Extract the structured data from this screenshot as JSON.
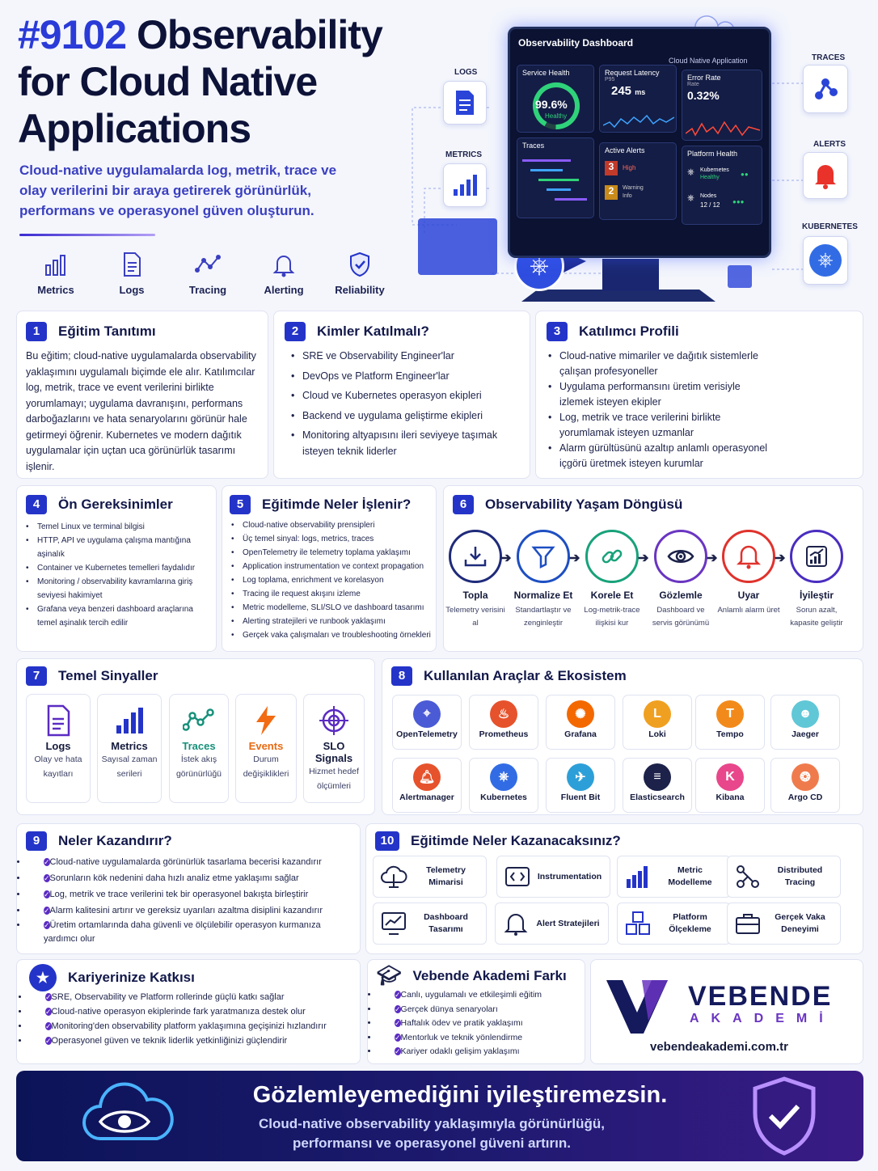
{
  "hero": {
    "number": "#9102",
    "title_rest": "Observability for Cloud Native Applications",
    "subtitle": "Cloud-native uygulamalarda log, metrik, trace ve olay verilerini bir araya getirerek görünürlük, performans ve operasyonel güven oluşturun."
  },
  "pills": [
    "Metrics",
    "Logs",
    "Tracing",
    "Alerting",
    "Reliability"
  ],
  "dashboard": {
    "title": "Observability Dashboard",
    "app": "Cloud Native Application",
    "service_health_label": "Service Health",
    "service_health_value": "99.6%",
    "service_health_status": "Healthy",
    "latency_label": "Request Latency",
    "latency_sub": "P95",
    "latency_value": "245",
    "latency_unit": "ms",
    "error_label": "Error Rate",
    "error_sub": "Rate",
    "error_value": "0.32%",
    "traces_label": "Traces",
    "alerts_label": "Active Alerts",
    "alert_high_count": "3",
    "alert_high_text": "High",
    "alert_warn_count": "2",
    "alert_warn_text": "Warning",
    "alert_info_text": "Info",
    "platform_label": "Platform Health",
    "k8s_text": "Kubernetes",
    "k8s_status": "Healthy",
    "nodes_text": "Nodes",
    "nodes_value": "12 / 12"
  },
  "side": {
    "logs": "LOGS",
    "metrics": "METRICS",
    "traces": "TRACES",
    "alerts": "ALERTS",
    "kubernetes": "KUBERNETES"
  },
  "s1": {
    "num": "1",
    "title": "Eğitim Tanıtımı",
    "body": "Bu eğitim; cloud-native uygulamalarda observability yaklaşımını uygulamalı biçimde ele alır. Katılımcılar log, metrik, trace ve event verilerini birlikte yorumlamayı; uygulama davranışını, performans darboğazlarını ve hata senaryolarını görünür hale getirmeyi öğrenir. Kubernetes ve modern dağıtık uygulamalar için uçtan uca görünürlük tasarımı işlenir."
  },
  "s2": {
    "num": "2",
    "title": "Kimler Katılmalı?",
    "items": [
      "SRE ve Observability Engineer'lar",
      "DevOps ve Platform Engineer'lar",
      "Cloud ve Kubernetes operasyon ekipleri",
      "Backend ve uygulama geliştirme ekipleri",
      "Monitoring altyapısını ileri seviyeye taşımak isteyen teknik liderler"
    ]
  },
  "s3": {
    "num": "3",
    "title": "Katılımcı Profili",
    "items": [
      "Cloud-native mimariler ve dağıtık sistemlerle çalışan profesyoneller",
      "Uygulama performansını üretim verisiyle izlemek isteyen ekipler",
      "Log, metrik ve trace verilerini birlikte yorumlamak isteyen uzmanlar",
      "Alarm gürültüsünü azaltıp anlamlı operasyonel içgörü üretmek isteyen kurumlar"
    ]
  },
  "s4": {
    "num": "4",
    "title": "Ön Gereksinimler",
    "items": [
      "Temel Linux ve terminal bilgisi",
      "HTTP, API ve uygulama çalışma mantığına aşinalık",
      "Container ve Kubernetes temelleri faydalıdır",
      "Monitoring / observability kavramlarına giriş seviyesi hakimiyet",
      "Grafana veya benzeri dashboard araçlarına temel aşinalık tercih edilir"
    ]
  },
  "s5": {
    "num": "5",
    "title": "Eğitimde Neler İşlenir?",
    "items": [
      "Cloud-native observability prensipleri",
      "Üç temel sinyal: logs, metrics, traces",
      "OpenTelemetry ile telemetry toplama yaklaşımı",
      "Application instrumentation ve context propagation",
      "Log toplama, enrichment ve korelasyon",
      "Tracing ile request akışını izleme",
      "Metric modelleme, SLI/SLO ve dashboard tasarımı",
      "Alerting stratejileri ve runbook yaklaşımı",
      "Gerçek vaka çalışmaları ve troubleshooting örnekleri"
    ]
  },
  "s6": {
    "num": "6",
    "title": "Observability Yaşam Döngüsü",
    "steps": [
      {
        "t": "Topla",
        "d": "Telemetry verisini al",
        "color": "#1f2b7a"
      },
      {
        "t": "Normalize Et",
        "d": "Standartlaştır ve zenginleştir",
        "color": "#1e4fc2"
      },
      {
        "t": "Korele Et",
        "d": "Log-metrik-trace ilişkisi kur",
        "color": "#18a27a"
      },
      {
        "t": "Gözlemle",
        "d": "Dashboard ve servis görünümü",
        "color": "#6a35c2"
      },
      {
        "t": "Uyar",
        "d": "Anlamlı alarm üret",
        "color": "#e0322c"
      },
      {
        "t": "İyileştir",
        "d": "Sorun azalt, kapasite geliştir",
        "color": "#4a2dc0"
      }
    ]
  },
  "s7": {
    "num": "7",
    "title": "Temel Sinyaller",
    "signals": [
      {
        "t": "Logs",
        "d": "Olay ve hata kayıtları",
        "color": "#1c2249"
      },
      {
        "t": "Metrics",
        "d": "Sayısal zaman serileri",
        "color": "#1c2249"
      },
      {
        "t": "Traces",
        "d": "İstek akış görünürlüğü",
        "color": "#16907a"
      },
      {
        "t": "Events",
        "d": "Durum değişiklikleri",
        "color": "#e86a12"
      },
      {
        "t": "SLO Signals",
        "d": "Hizmet hedef ölçümleri",
        "color": "#1c2249"
      }
    ]
  },
  "s8": {
    "num": "8",
    "title": "Kullanılan Araçlar & Ekosistem",
    "tools": [
      {
        "t": "OpenTelemetry",
        "color": "#4b5bd6"
      },
      {
        "t": "Prometheus",
        "color": "#e6522c"
      },
      {
        "t": "Grafana",
        "color": "#f46800"
      },
      {
        "t": "Loki",
        "color": "#f0a020"
      },
      {
        "t": "Tempo",
        "color": "#f28a1b"
      },
      {
        "t": "Jaeger",
        "color": "#60c7d6"
      },
      {
        "t": "Alertmanager",
        "color": "#e6522c"
      },
      {
        "t": "Kubernetes",
        "color": "#326ce5"
      },
      {
        "t": "Fluent Bit",
        "color": "#2d9fd8"
      },
      {
        "t": "Elasticsearch",
        "color": "#1c2249"
      },
      {
        "t": "Kibana",
        "color": "#e8478b"
      },
      {
        "t": "Argo CD",
        "color": "#ef7b4d"
      }
    ]
  },
  "s9": {
    "num": "9",
    "title": "Neler Kazandırır?",
    "items": [
      "Cloud-native uygulamalarda görünürlük tasarlama becerisi kazandırır",
      "Sorunların kök nedenini daha hızlı analiz etme yaklaşımı sağlar",
      "Log, metrik ve trace verilerini tek bir operasyonel bakışta birleştirir",
      "Alarm kalitesini artırır ve gereksiz uyarıları azaltma disiplini kazandırır",
      "Üretim ortamlarında daha güvenli ve ölçülebilir operasyon kurmanıza yardımcı olur"
    ]
  },
  "s10": {
    "num": "10",
    "title": "Eğitimde Neler Kazanacaksınız?",
    "gains": [
      "Telemetry Mimarisi",
      "Instrumentation",
      "Metric Modelleme",
      "Distributed Tracing",
      "Dashboard Tasarımı",
      "Alert Stratejileri",
      "Platform Ölçekleme",
      "Gerçek Vaka Deneyimi"
    ]
  },
  "career": {
    "title": "Kariyerinize Katkısı",
    "items": [
      "SRE, Observability ve Platform rollerinde güçlü katkı sağlar",
      "Cloud-native operasyon ekiplerinde fark yaratmanıza destek olur",
      "Monitoring'den observability platform yaklaşımına geçişinizi hızlandırır",
      "Operasyonel güven ve teknik liderlik yetkinliğinizi güçlendirir"
    ]
  },
  "vebende": {
    "title": "Vebende Akademi Farkı",
    "items": [
      "Canlı, uygulamalı ve etkileşimli eğitim",
      "Gerçek dünya senaryoları",
      "Haftalık ödev ve pratik yaklaşımı",
      "Mentorluk ve teknik yönlendirme",
      "Kariyer odaklı gelişim yaklaşımı"
    ]
  },
  "brand": {
    "name": "VEBENDE",
    "sub": "AKADEMİ",
    "url": "vebendeakademi.com.tr"
  },
  "banner": {
    "title": "Gözlemleyemediğini iyileştiremezsin.",
    "sub": "Cloud-native observability yaklaşımıyla görünürlüğü, performansı ve operasyonel güveni artırın."
  }
}
